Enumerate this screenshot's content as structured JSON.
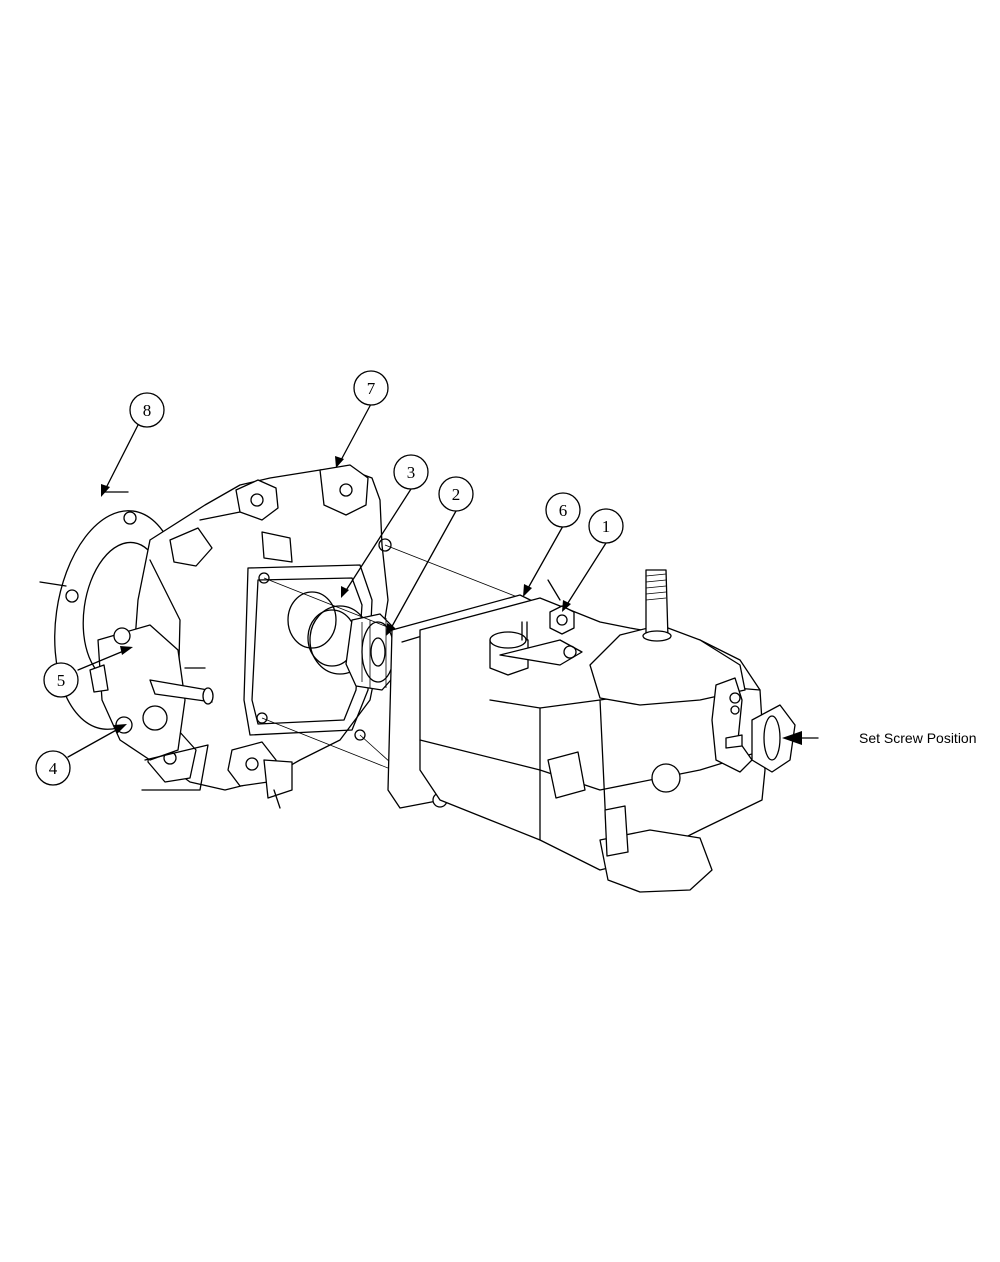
{
  "callouts": [
    {
      "number": "1"
    },
    {
      "number": "2"
    },
    {
      "number": "3"
    },
    {
      "number": "4"
    },
    {
      "number": "5"
    },
    {
      "number": "6"
    },
    {
      "number": "7"
    },
    {
      "number": "8"
    }
  ],
  "annotation": {
    "label": "Set Screw Position"
  }
}
